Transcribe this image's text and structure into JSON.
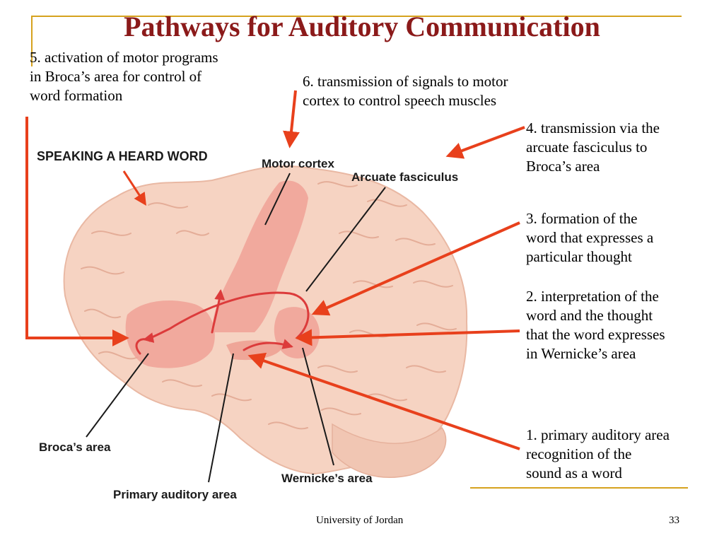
{
  "slide": {
    "title": "Pathways for Auditory Communication",
    "footer_center": "University of Jordan",
    "page_number": "33"
  },
  "steps": {
    "step1": "1. primary auditory area\nrecognition of the\nsound as a word",
    "step2": "2. interpretation of the\nword and the thought\nthat the word expresses\nin Wernicke’s area",
    "step3": "3. formation of the\nword that expresses a\nparticular thought",
    "step4": "4. transmission via the\narcuate fasciculus to\nBroca’s area",
    "step5": "5. activation of motor programs\nin Broca’s area for control of\nword formation",
    "step6": "6. transmission of signals to motor\ncortex to control speech muscles"
  },
  "figure": {
    "heading": "SPEAKING A HEARD WORD",
    "labels": {
      "motor_cortex": "Motor cortex",
      "arcuate_fasciculus": "Arcuate fasciculus",
      "brocas_area": "Broca’s area",
      "primary_auditory_area": "Primary auditory area",
      "wernickes_area": "Wernicke’s area"
    }
  },
  "colors": {
    "title": "#8b1a1a",
    "arrow": "#e8401c",
    "decoration": "#d6a21e",
    "brain_fill": "#f6d3c2",
    "highlight": "#f0a196",
    "pathway": "#dc3b3b"
  }
}
